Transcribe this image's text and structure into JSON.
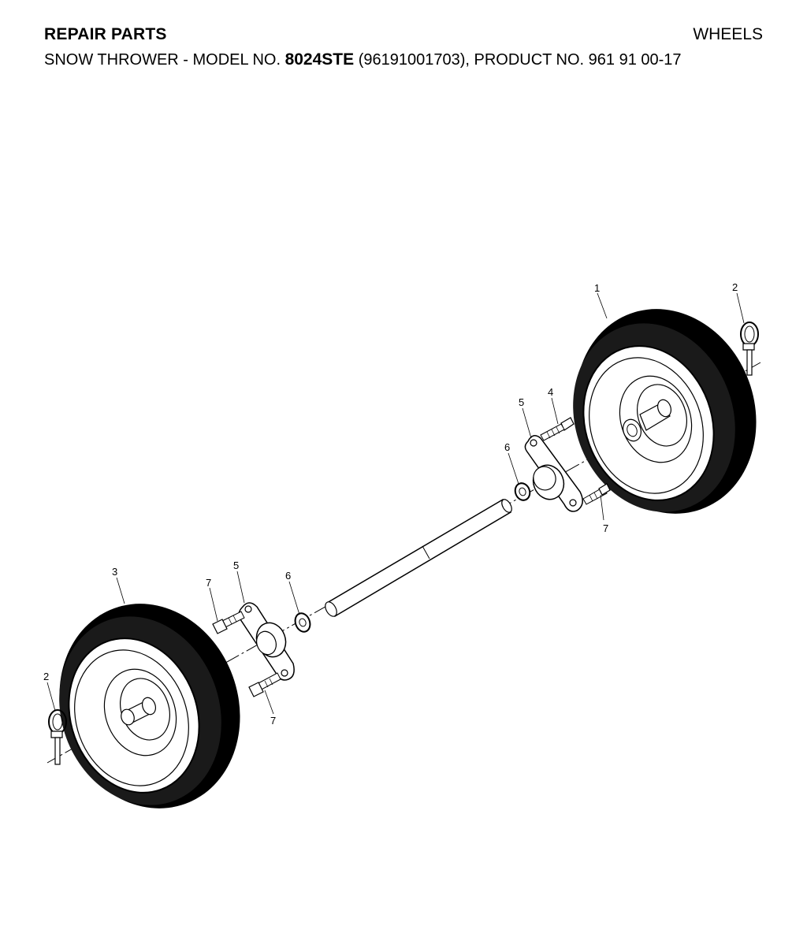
{
  "header": {
    "title": "REPAIR PARTS",
    "section": "WHEELS",
    "subtitle_prefix": "SNOW THROWER - MODEL NO.",
    "model_no": "8024STE",
    "subtitle_suffix": "(96191001703), PRODUCT NO. 961 91 00-17"
  },
  "callouts": {
    "wheel_right": "1",
    "pin_right": "2",
    "wheel_left": "3",
    "bolt_top_right": "4",
    "bearing_right": "5",
    "washer_right": "6",
    "bolt_bottom_right": "7",
    "pin_left": "2",
    "bolt_left_top": "7",
    "bearing_left": "5",
    "washer_left": "6",
    "bolt_left_bottom": "7"
  }
}
